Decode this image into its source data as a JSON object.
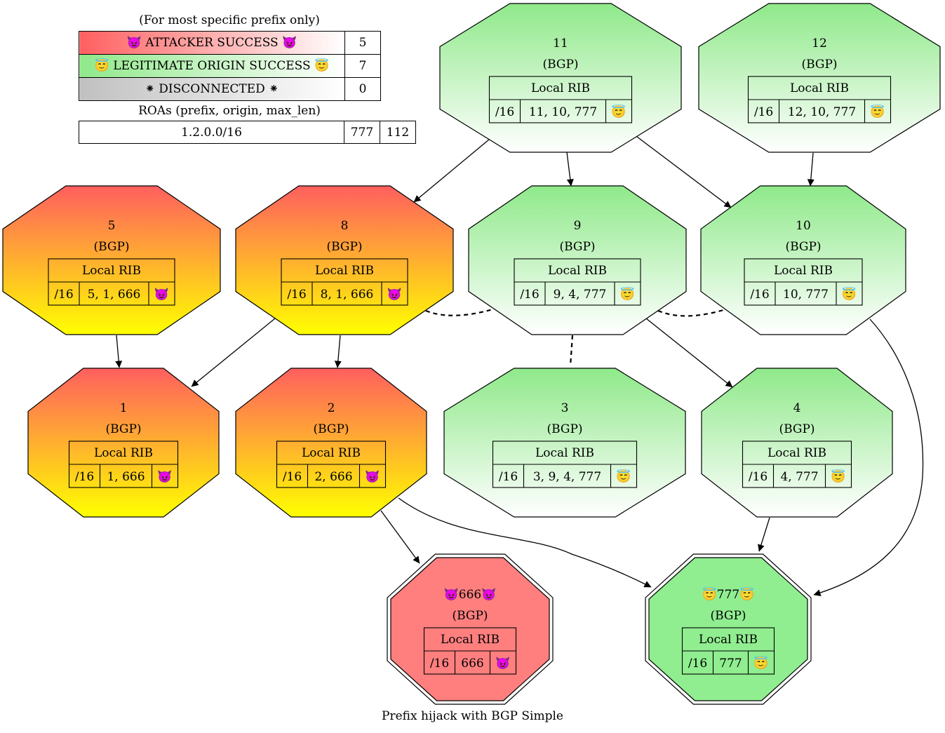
{
  "legend": {
    "note": "(For most specific prefix only)",
    "rows": [
      {
        "label": "😈 ATTACKER SUCCESS 😈",
        "count": "5",
        "color": "#ff5f5f"
      },
      {
        "label": "😇 LEGITIMATE ORIGIN SUCCESS 😇",
        "count": "7",
        "color": "#8fe98a"
      },
      {
        "label": "⁕ DISCONNECTED ⁕",
        "count": "0",
        "color": "#c0c0c0"
      }
    ]
  },
  "roas": {
    "title": "ROAs (prefix, origin, max_len)",
    "rows": [
      {
        "prefix": "1.2.0.0/16",
        "origin": "777",
        "max_len": "112"
      }
    ]
  },
  "colors": {
    "attacker_top": "#ff5f5f",
    "attacker_bottom": "#ffff00",
    "legit_top": "#8fe98a",
    "legit_bottom": "#ffffff",
    "attacker_origin_fill": "#ff7f7f",
    "victim_origin_fill": "#90ee90"
  },
  "nodes": [
    {
      "id": "11",
      "label": "11",
      "policy": "(BGP)",
      "rib_title": "Local RIB",
      "prefix": "/16",
      "path": "11, 10, 777",
      "icon": "😇",
      "status": "legit"
    },
    {
      "id": "12",
      "label": "12",
      "policy": "(BGP)",
      "rib_title": "Local RIB",
      "prefix": "/16",
      "path": "12, 10, 777",
      "icon": "😇",
      "status": "legit"
    },
    {
      "id": "5",
      "label": "5",
      "policy": "(BGP)",
      "rib_title": "Local RIB",
      "prefix": "/16",
      "path": "5, 1, 666",
      "icon": "😈",
      "status": "attacker"
    },
    {
      "id": "8",
      "label": "8",
      "policy": "(BGP)",
      "rib_title": "Local RIB",
      "prefix": "/16",
      "path": "8, 1, 666",
      "icon": "😈",
      "status": "attacker"
    },
    {
      "id": "9",
      "label": "9",
      "policy": "(BGP)",
      "rib_title": "Local RIB",
      "prefix": "/16",
      "path": "9, 4, 777",
      "icon": "😇",
      "status": "legit"
    },
    {
      "id": "10",
      "label": "10",
      "policy": "(BGP)",
      "rib_title": "Local RIB",
      "prefix": "/16",
      "path": "10, 777",
      "icon": "😇",
      "status": "legit"
    },
    {
      "id": "1",
      "label": "1",
      "policy": "(BGP)",
      "rib_title": "Local RIB",
      "prefix": "/16",
      "path": "1, 666",
      "icon": "😈",
      "status": "attacker"
    },
    {
      "id": "2",
      "label": "2",
      "policy": "(BGP)",
      "rib_title": "Local RIB",
      "prefix": "/16",
      "path": "2, 666",
      "icon": "😈",
      "status": "attacker"
    },
    {
      "id": "3",
      "label": "3",
      "policy": "(BGP)",
      "rib_title": "Local RIB",
      "prefix": "/16",
      "path": "3, 9, 4, 777",
      "icon": "😇",
      "status": "legit"
    },
    {
      "id": "4",
      "label": "4",
      "policy": "(BGP)",
      "rib_title": "Local RIB",
      "prefix": "/16",
      "path": "4, 777",
      "icon": "😇",
      "status": "legit"
    },
    {
      "id": "666",
      "label": "😈666😈",
      "policy": "(BGP)",
      "rib_title": "Local RIB",
      "prefix": "/16",
      "path": "666",
      "icon": "😈",
      "status": "attacker_origin"
    },
    {
      "id": "777",
      "label": "😇777😇",
      "policy": "(BGP)",
      "rib_title": "Local RIB",
      "prefix": "/16",
      "path": "777",
      "icon": "😇",
      "status": "victim_origin"
    }
  ],
  "edges": [
    {
      "from": "11",
      "to": "8",
      "type": "provider-customer"
    },
    {
      "from": "11",
      "to": "9",
      "type": "provider-customer"
    },
    {
      "from": "11",
      "to": "10",
      "type": "provider-customer"
    },
    {
      "from": "12",
      "to": "10",
      "type": "provider-customer"
    },
    {
      "from": "5",
      "to": "1",
      "type": "provider-customer"
    },
    {
      "from": "8",
      "to": "1",
      "type": "provider-customer"
    },
    {
      "from": "8",
      "to": "2",
      "type": "provider-customer"
    },
    {
      "from": "9",
      "to": "4",
      "type": "provider-customer"
    },
    {
      "from": "2",
      "to": "666",
      "type": "provider-customer"
    },
    {
      "from": "2",
      "to": "777",
      "type": "provider-customer"
    },
    {
      "from": "4",
      "to": "777",
      "type": "provider-customer"
    },
    {
      "from": "10",
      "to": "777",
      "type": "provider-customer"
    },
    {
      "from": "8",
      "to": "9",
      "type": "peer"
    },
    {
      "from": "9",
      "to": "10",
      "type": "peer"
    },
    {
      "from": "9",
      "to": "3",
      "type": "peer"
    }
  ],
  "caption": "Prefix hijack with BGP Simple"
}
